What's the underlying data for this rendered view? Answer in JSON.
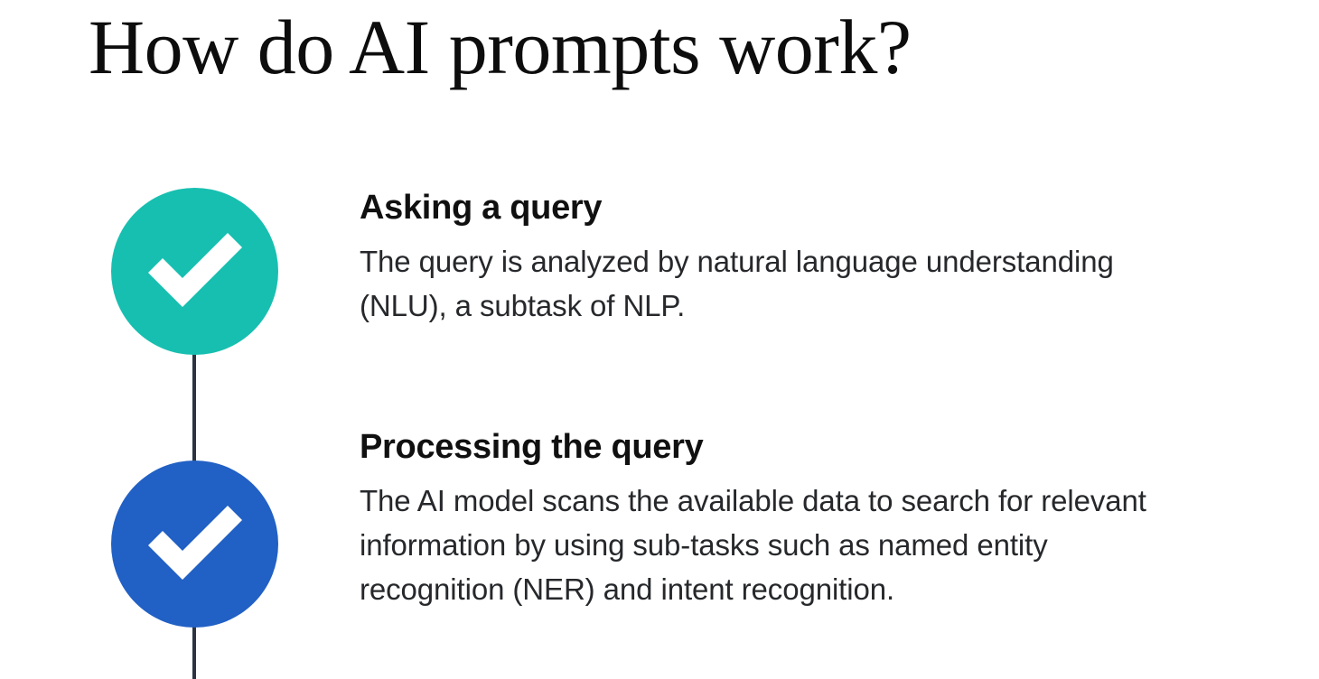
{
  "page": {
    "title": "How do AI prompts work?",
    "background_color": "#ffffff",
    "title_color": "#0d0d0d",
    "heading_color": "#101010",
    "body_color": "#26282b",
    "connector_color": "#2b3440"
  },
  "timeline": {
    "connector_label": "timeline-connector",
    "steps": [
      {
        "marker_icon": "check-circle-icon",
        "marker_color": "#17bfb0",
        "marker_check_color": "#ffffff",
        "heading": "Asking a query",
        "body": "The query is analyzed by natural language understanding (NLU), a subtask of NLP."
      },
      {
        "marker_icon": "check-circle-icon",
        "marker_color": "#2160c4",
        "marker_check_color": "#ffffff",
        "heading": "Processing the query",
        "body": "The AI model scans the available data to search for relevant information by using sub-tasks such as named entity recognition (NER) and intent recognition."
      }
    ]
  }
}
